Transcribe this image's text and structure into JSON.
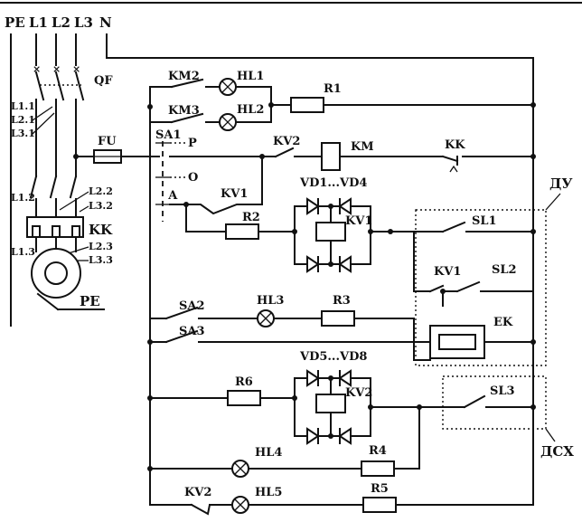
{
  "bus_labels": {
    "pe": "PE",
    "l1": "L1",
    "l2": "L2",
    "l3": "L3",
    "n": "N"
  },
  "left_labels": {
    "qf": "QF",
    "fu": "FU",
    "l11": "L1.1",
    "l21": "L2.1",
    "l31": "L3.1",
    "l12": "L1.2",
    "l22": "L2.2",
    "l32": "L3.2",
    "l13": "L1.3",
    "l23": "L2.3",
    "l33": "L3.3",
    "kk_relay": "KK",
    "motor_pe": "PE"
  },
  "components": {
    "km2": "KM2",
    "hl1": "HL1",
    "r1": "R1",
    "km3": "KM3",
    "hl2": "HL2",
    "sa1": "SA1",
    "p": "Р",
    "o": "О",
    "a": "А",
    "kv2_top": "KV2",
    "km": "KM",
    "kk": "KK",
    "kv1_contact": "KV1",
    "vd1vd4": "VD1...VD4",
    "r2": "R2",
    "kv1_coil": "KV1",
    "sl1": "SL1",
    "kv1_sl": "KV1",
    "sl2": "SL2",
    "sa2": "SA2",
    "hl3": "HL3",
    "r3": "R3",
    "sa3": "SA3",
    "ek": "EK",
    "vd5vd8": "VD5...VD8",
    "r6": "R6",
    "kv2_coil": "KV2",
    "sl3": "SL3",
    "hl4": "HL4",
    "r4": "R4",
    "kv2_bottom": "KV2",
    "hl5": "HL5",
    "r5": "R5"
  },
  "zones": {
    "du": "ДУ",
    "dsx": "ДСХ"
  }
}
